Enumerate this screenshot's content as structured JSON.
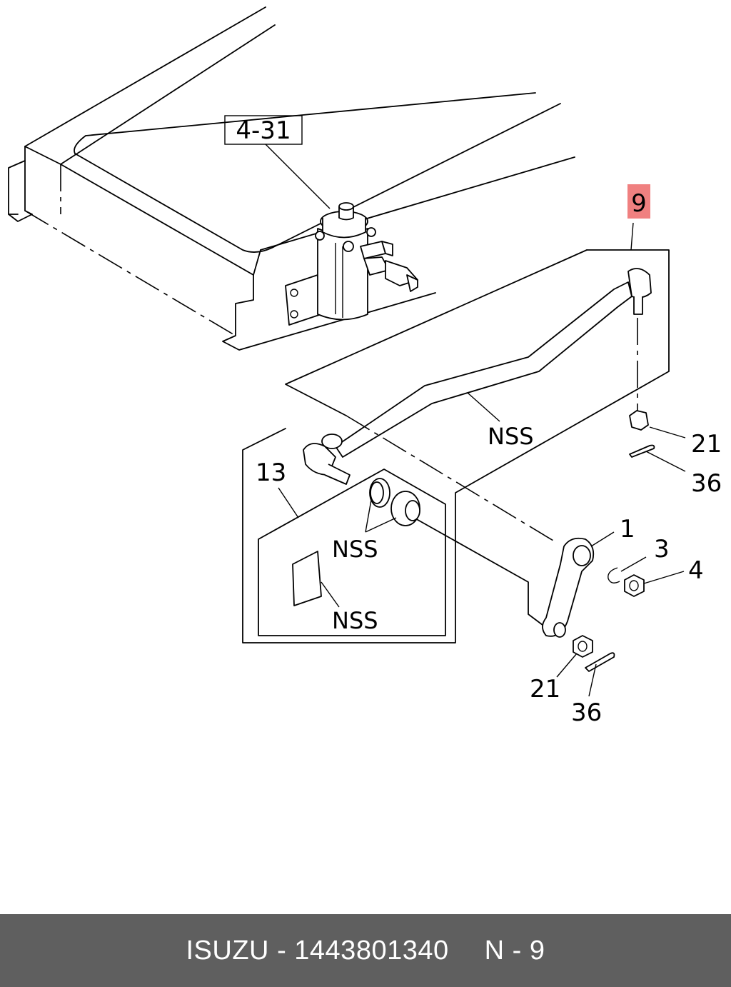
{
  "diagram": {
    "callouts": {
      "ref_box": "4-31",
      "highlight": "9",
      "highlight_color": "#f08080",
      "c13": "13",
      "c1": "1",
      "c3": "3",
      "c4": "4",
      "c21_top": "21",
      "c36_top": "36",
      "c21_bottom": "21",
      "c36_bottom": "36",
      "nss_rod": "NSS",
      "nss_bush": "NSS",
      "nss_plate": "NSS"
    }
  },
  "footer": {
    "brand": "ISUZU",
    "separator": "-",
    "part_number": "1443801340",
    "page_ref": "N - 9",
    "background": "#5f5f5f"
  }
}
